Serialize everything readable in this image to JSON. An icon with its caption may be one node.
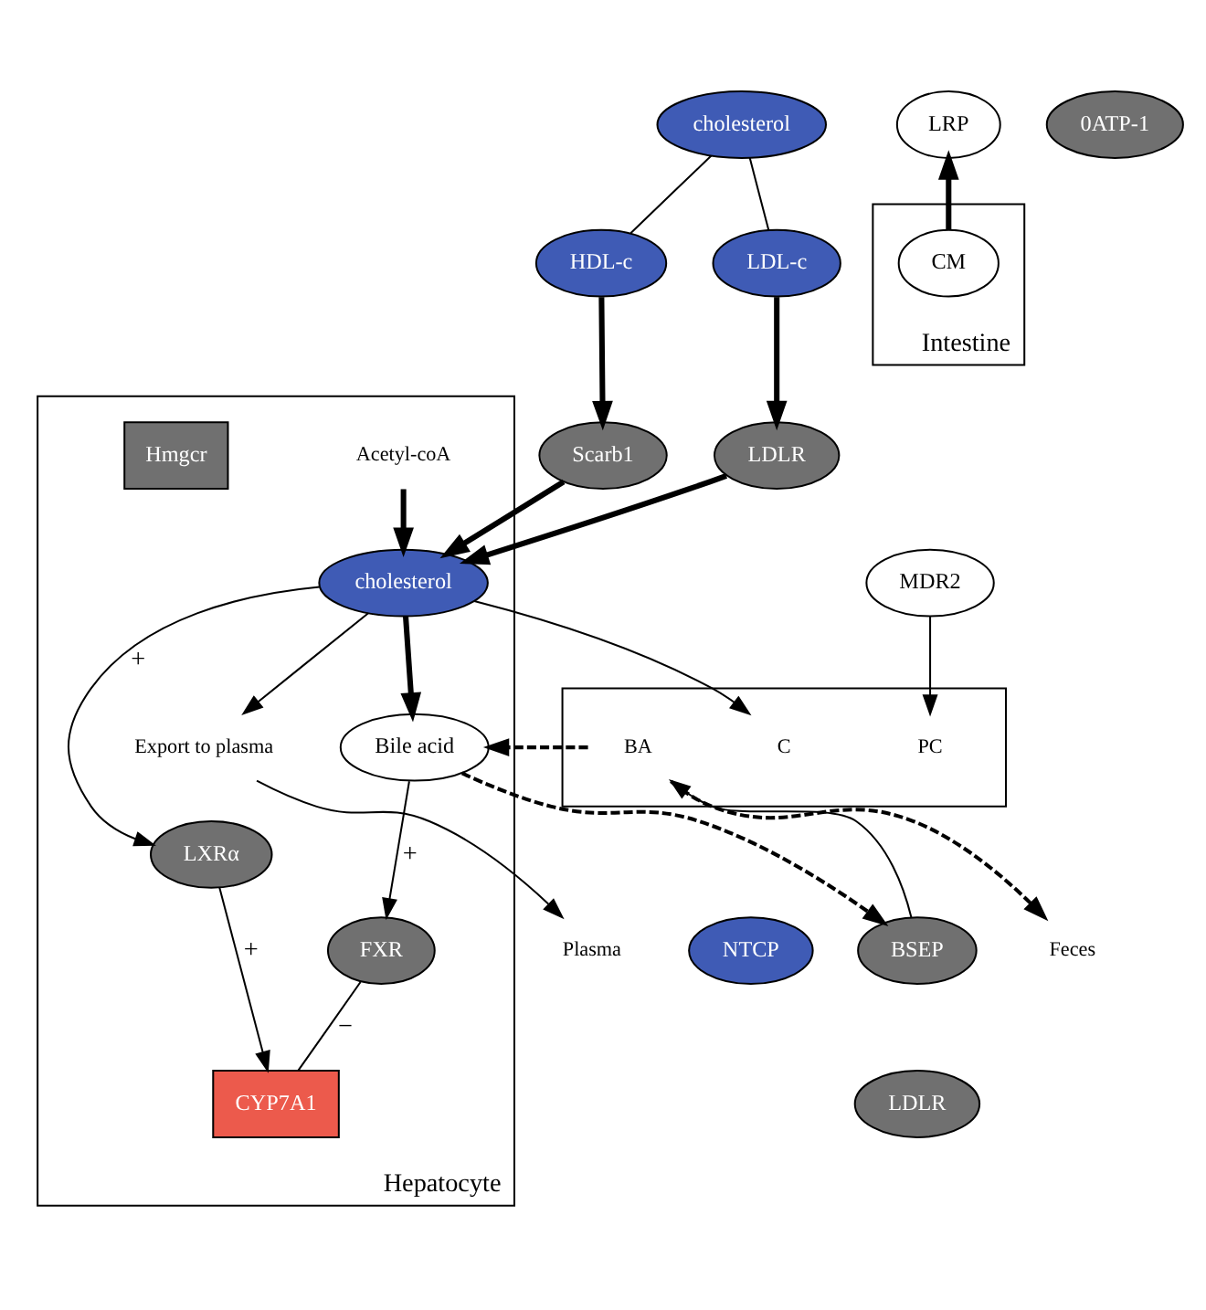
{
  "diagram": {
    "nodes": [
      {
        "text": [
          "cholesterol"
        ]
      },
      {
        "text": [
          "HDL-c"
        ]
      },
      {
        "text": [
          "LDL-c"
        ]
      },
      {
        "text": [
          "Plasma"
        ]
      },
      {
        "text": [
          "Hepatocyte"
        ]
      },
      {
        "text": [
          "Scarb1"
        ]
      },
      {
        "text": [
          "LDLR"
        ]
      },
      {
        "text": [
          "Acetyl-coA"
        ],
        "in": 4
      },
      {
        "text": [
          "Hmgcr"
        ],
        "in": 4
      },
      {
        "text": [
          "Export to plasma"
        ],
        "in": 4
      },
      {
        "text": [
          "cholesterol"
        ],
        "in": 4
      },
      {
        "text": [
          "LXRα"
        ],
        "in": 4
      },
      {
        "text": [
          "CYP7A1"
        ],
        "in": 4
      },
      {
        "text": [
          "Bile acid"
        ],
        "in": 4
      },
      {
        "text": [
          "FXR"
        ],
        "in": 4
      },
      {
        "text": [],
        "shape": "box"
      },
      {
        "text": [
          "C"
        ],
        "in": 15
      },
      {
        "text": [
          "PC"
        ],
        "in": 15
      },
      {
        "text": [
          "BA"
        ],
        "in": 15
      },
      {
        "text": [
          "MDR2"
        ]
      },
      {
        "text": [
          "BSEP"
        ]
      },
      {
        "text": [
          "LDLR"
        ]
      },
      {
        "text": [
          "LRP"
        ]
      },
      {
        "text": [
          "NTCP"
        ]
      },
      {
        "text": [
          "0ATP-1"
        ]
      },
      {
        "text": [
          "Intestine"
        ]
      },
      {
        "text": [
          "CM"
        ],
        "in": 25
      },
      {
        "text": [
          "Feces"
        ]
      }
    ],
    "edges": [
      {
        "from": 0,
        "to": 1,
        "arrow": "none"
      },
      {
        "from": 0,
        "to": 2,
        "arrow": "none"
      },
      {
        "from": 1,
        "to": 5,
        "arrow": "to",
        "style": "thick"
      },
      {
        "from": 2,
        "to": 6,
        "arrow": "to",
        "style": "thick"
      },
      {
        "from": 5,
        "to": 10,
        "arrow": "to",
        "style": "thick"
      },
      {
        "from": 6,
        "to": 10,
        "arrow": "to",
        "style": "thick"
      },
      {
        "from": 7,
        "to": 10,
        "arrow": "to",
        "style": "thick"
      },
      {
        "from": 10,
        "to": 9,
        "arrow": "to"
      },
      {
        "from": 9,
        "to": 3,
        "arrow": "to"
      },
      {
        "from": 10,
        "to": 16,
        "arrow": "to"
      },
      {
        "from": 10,
        "to": 11,
        "arrow": "to",
        "label": "+"
      },
      {
        "from": 11,
        "to": 12,
        "arrow": "to",
        "label": "+"
      },
      {
        "from": 14,
        "to": 12,
        "arrow": "none",
        "label": "−"
      },
      {
        "from": 10,
        "to": 13,
        "arrow": "to",
        "style": "thick"
      },
      {
        "from": 13,
        "to": 14,
        "arrow": "to",
        "label": "+"
      },
      {
        "from": 19,
        "to": 17,
        "arrow": "to"
      },
      {
        "from": 20,
        "to": 18,
        "arrow": "to"
      },
      {
        "from": 13,
        "to": 20,
        "arrow": "to",
        "style": "dashed"
      },
      {
        "from": 18,
        "to": 13,
        "arrow": "to",
        "style": "dashed"
      },
      {
        "from": 18,
        "to": 27,
        "arrow": "to",
        "style": "dashed"
      },
      {
        "from": 26,
        "to": 22,
        "arrow": "to",
        "style": "thick"
      }
    ]
  }
}
